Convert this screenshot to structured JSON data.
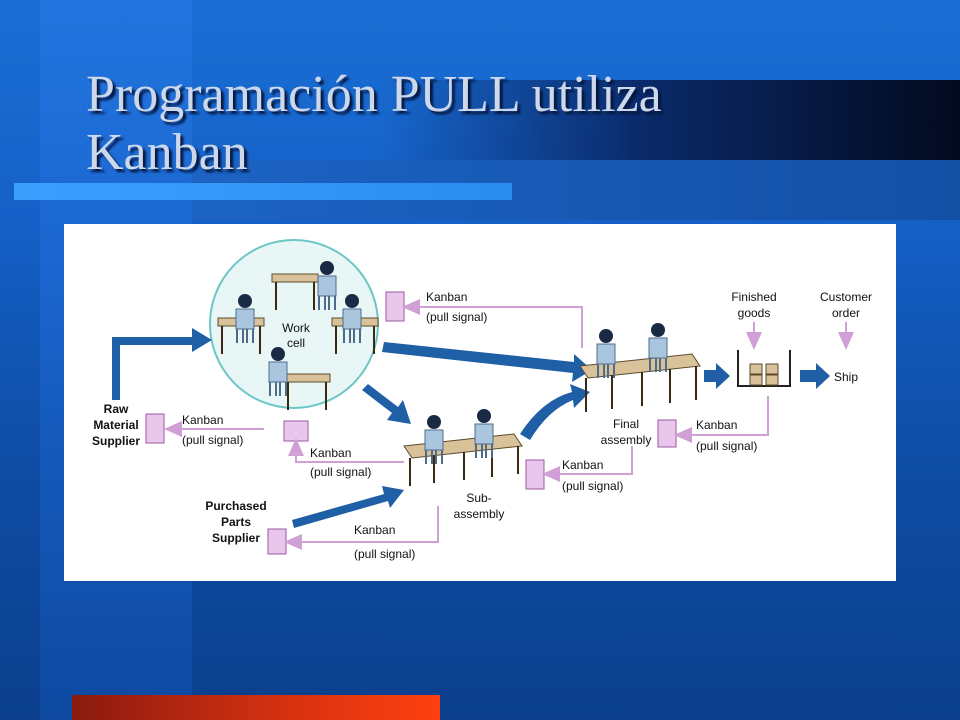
{
  "slide": {
    "title_line1": "Programación PULL utiliza",
    "title_line2": "Kanban"
  },
  "diagram": {
    "work_cell_line1": "Work",
    "work_cell_line2": "cell",
    "raw_supplier": [
      "Raw",
      "Material",
      "Supplier"
    ],
    "purchased_supplier": [
      "Purchased",
      "Parts",
      "Supplier"
    ],
    "kanban": "Kanban",
    "pull_signal": "(pull signal)",
    "finished_goods": [
      "Finished",
      "goods"
    ],
    "customer_order": [
      "Customer",
      "order"
    ],
    "ship": "Ship",
    "final_assembly": [
      "Final",
      "assembly"
    ],
    "sub_assembly": [
      "Sub-",
      "assembly"
    ]
  },
  "colors": {
    "flow_arrow": "#1f5fa6",
    "signal_arrow": "#cf9fd6",
    "kanban_card": "#e9c6ec",
    "circle": "#6cc6c6",
    "worker": "#a9c6de",
    "table": "#d9c29a"
  }
}
